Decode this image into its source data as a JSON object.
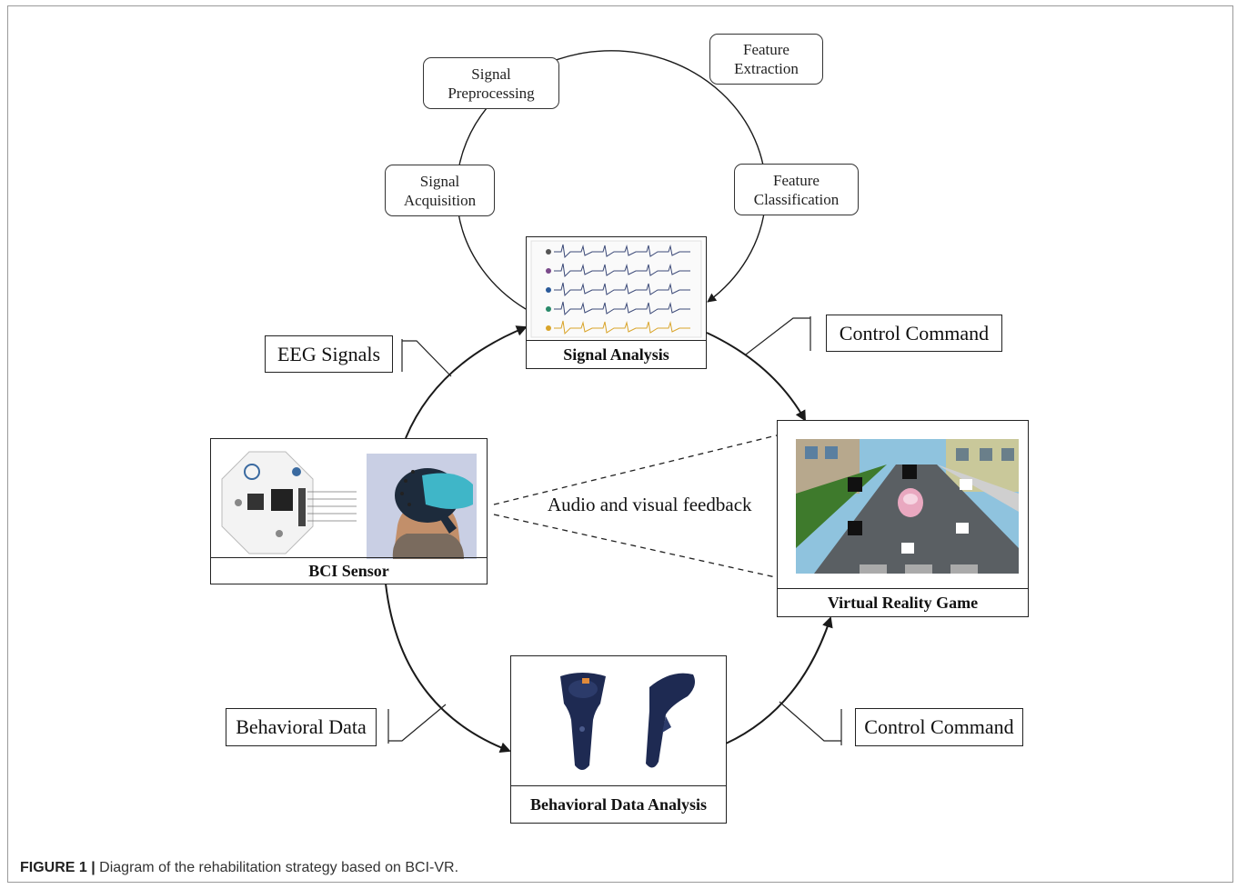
{
  "figure": {
    "caption_label": "FIGURE 1 |",
    "caption_text": " Diagram of the rehabilitation strategy based on BCI-VR."
  },
  "analysis_cycle": {
    "stages": [
      "Signal\nAcquisition",
      "Signal\nPreprocessing",
      "Feature\nExtraction",
      "Feature\nClassification"
    ]
  },
  "panels": {
    "signal_analysis": "Signal Analysis",
    "bci_sensor": "BCI Sensor",
    "vr_game": "Virtual Reality Game",
    "behavioral_analysis": "Behavioral Data Analysis"
  },
  "flow_labels": {
    "eeg_signals": "EEG Signals",
    "control_command_top": "Control Command",
    "behavioral_data": "Behavioral Data",
    "control_command_bottom": "Control Command",
    "feedback": "Audio and visual feedback"
  },
  "colors": {
    "line": "#1a1a1a",
    "eeg_trace": "#3c4a78",
    "eeg_trace_last": "#d9a42a",
    "headset_blue": "#3fb6c8",
    "controller_navy": "#1e2a52",
    "board_white": "#f3f3f3",
    "vr_sky": "#8fc3de",
    "vr_grass": "#3e7a2c",
    "vr_road": "#5a5f63"
  }
}
